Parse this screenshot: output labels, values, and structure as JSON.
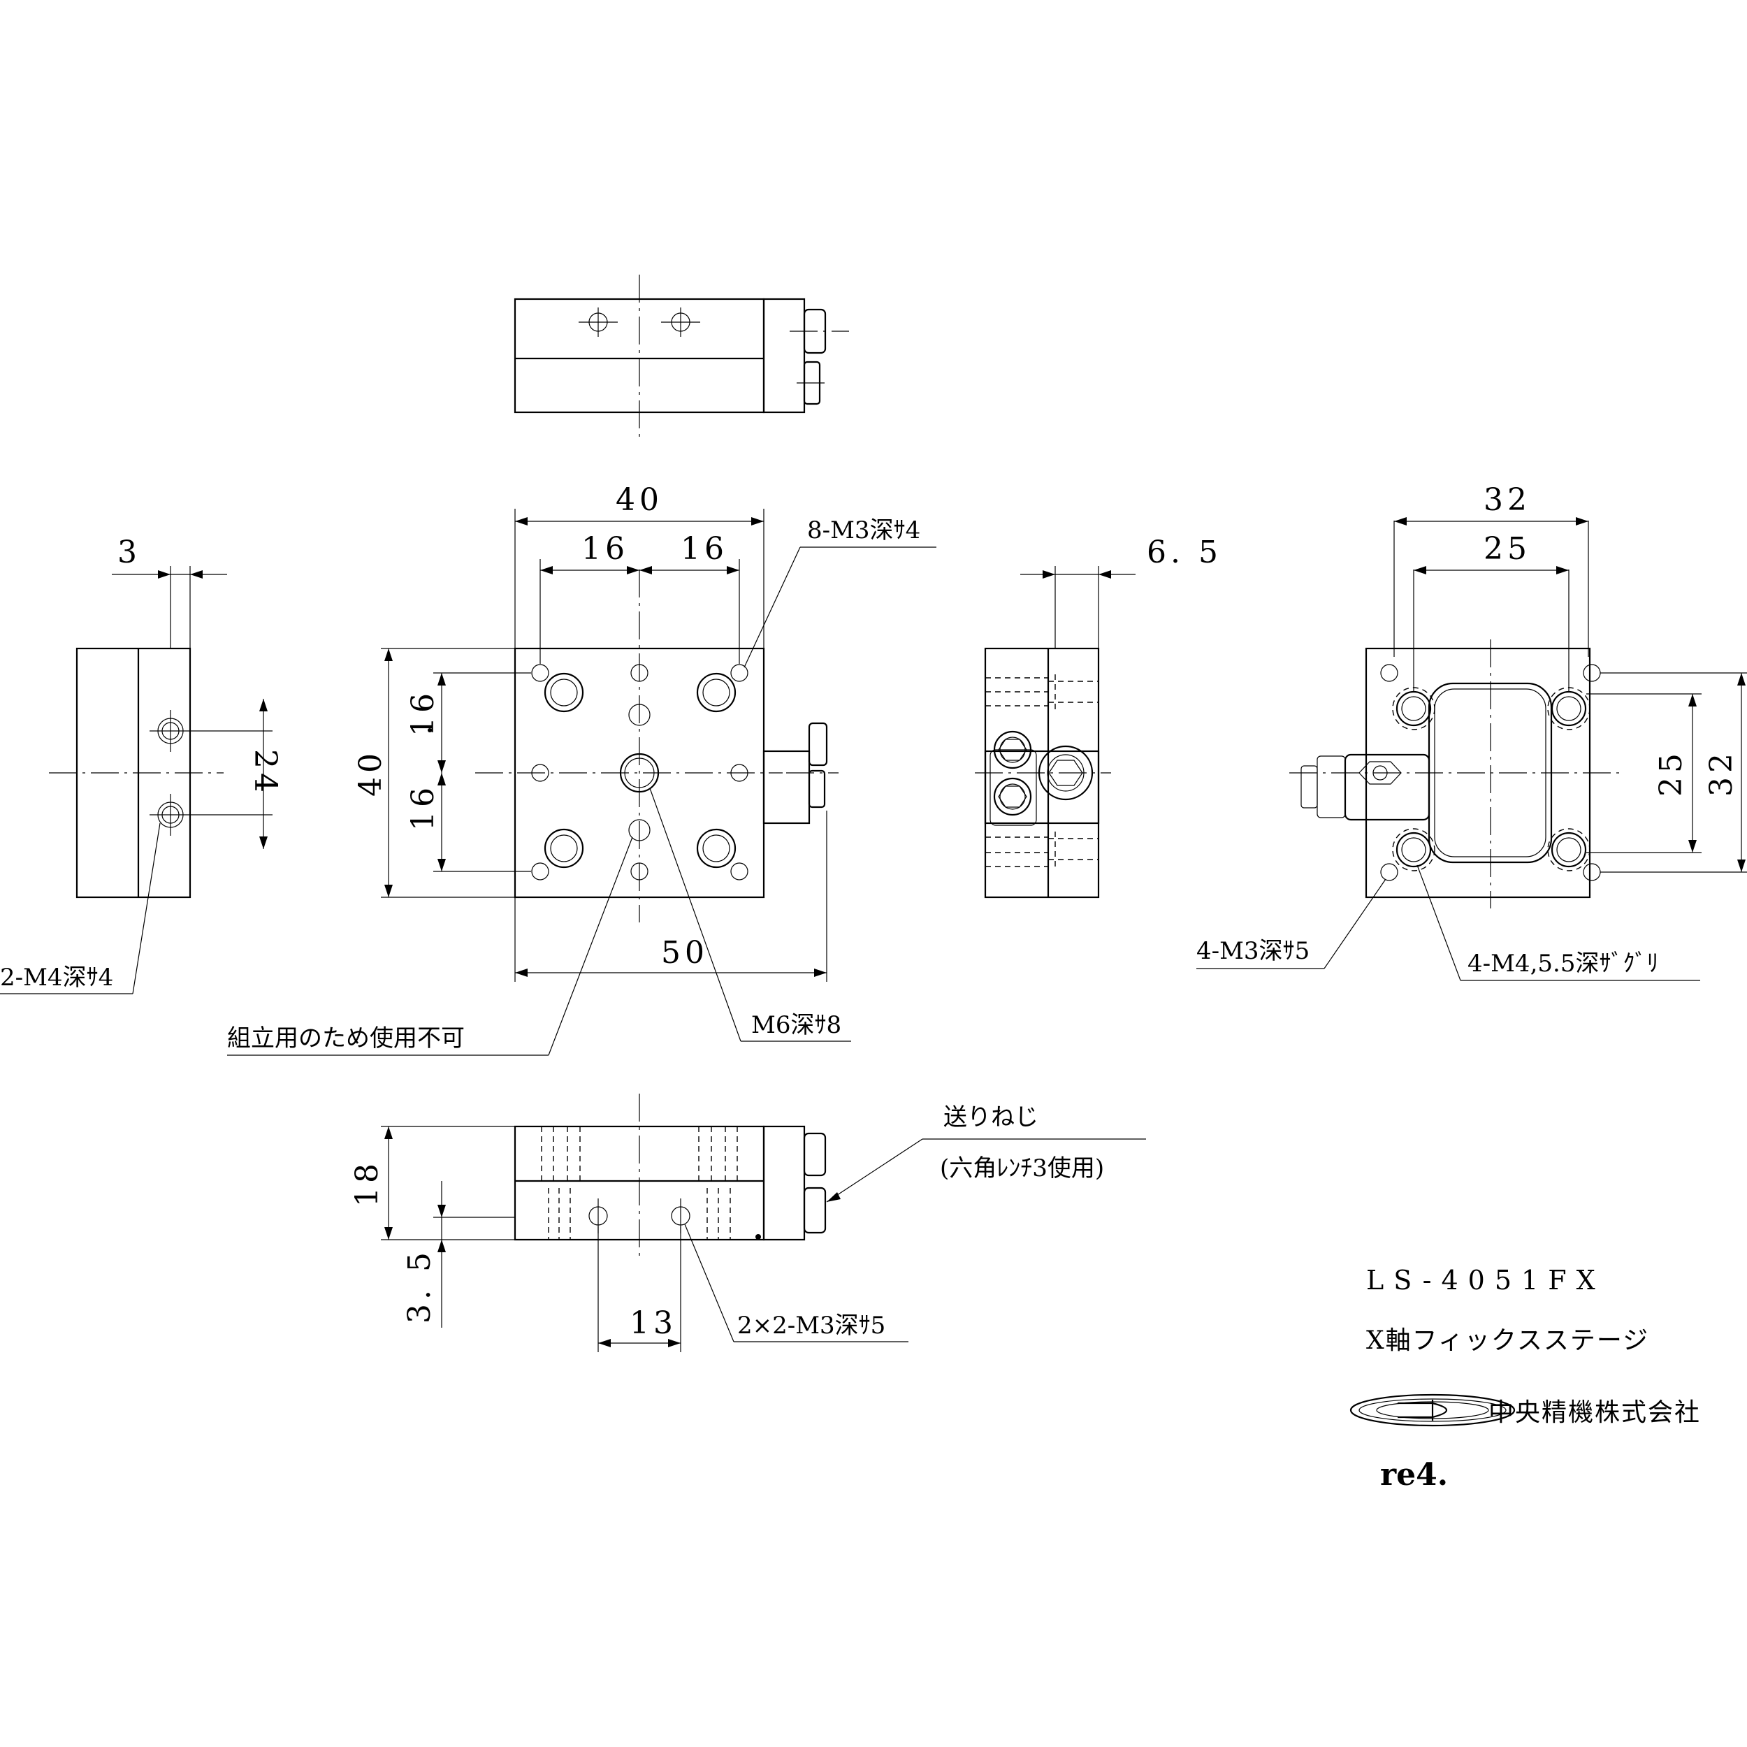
{
  "title": {
    "model": "LS-4051FX",
    "description": "X軸フィックスステージ",
    "company": "中央精機株式会社",
    "revision": "re4."
  },
  "dimensions": {
    "top_width_40": "40",
    "top_pitch_16_left": "16",
    "top_pitch_16_right": "16",
    "top_height_40": "40",
    "top_pitch_16_upper": "16",
    "top_pitch_16_lower": "16",
    "overall_50": "50",
    "side_3": "3",
    "side_24": "24",
    "end_6_5": "6. 5",
    "bottom_32_width": "32",
    "bottom_25_width": "25",
    "bottom_25_height": "25",
    "bottom_32_height": "32",
    "front_18": "18",
    "front_3_5": "3. 5",
    "front_13": "13"
  },
  "notes": {
    "m3_8": "8-M3深ｻ4",
    "m4_2": "2-M4深ｻ4",
    "assembly": "組立用のため使用不可",
    "m6": "M6深ｻ8",
    "m3_4": "4-M3深ｻ5",
    "m4_4": "4-M4,5.5深ｻﾞｸﾞﾘ",
    "feed_screw": "送りねじ",
    "hex_wrench": "(六角ﾚﾝﾁ3使用)",
    "m3_2x2": "2×2-M3深ｻ5"
  }
}
